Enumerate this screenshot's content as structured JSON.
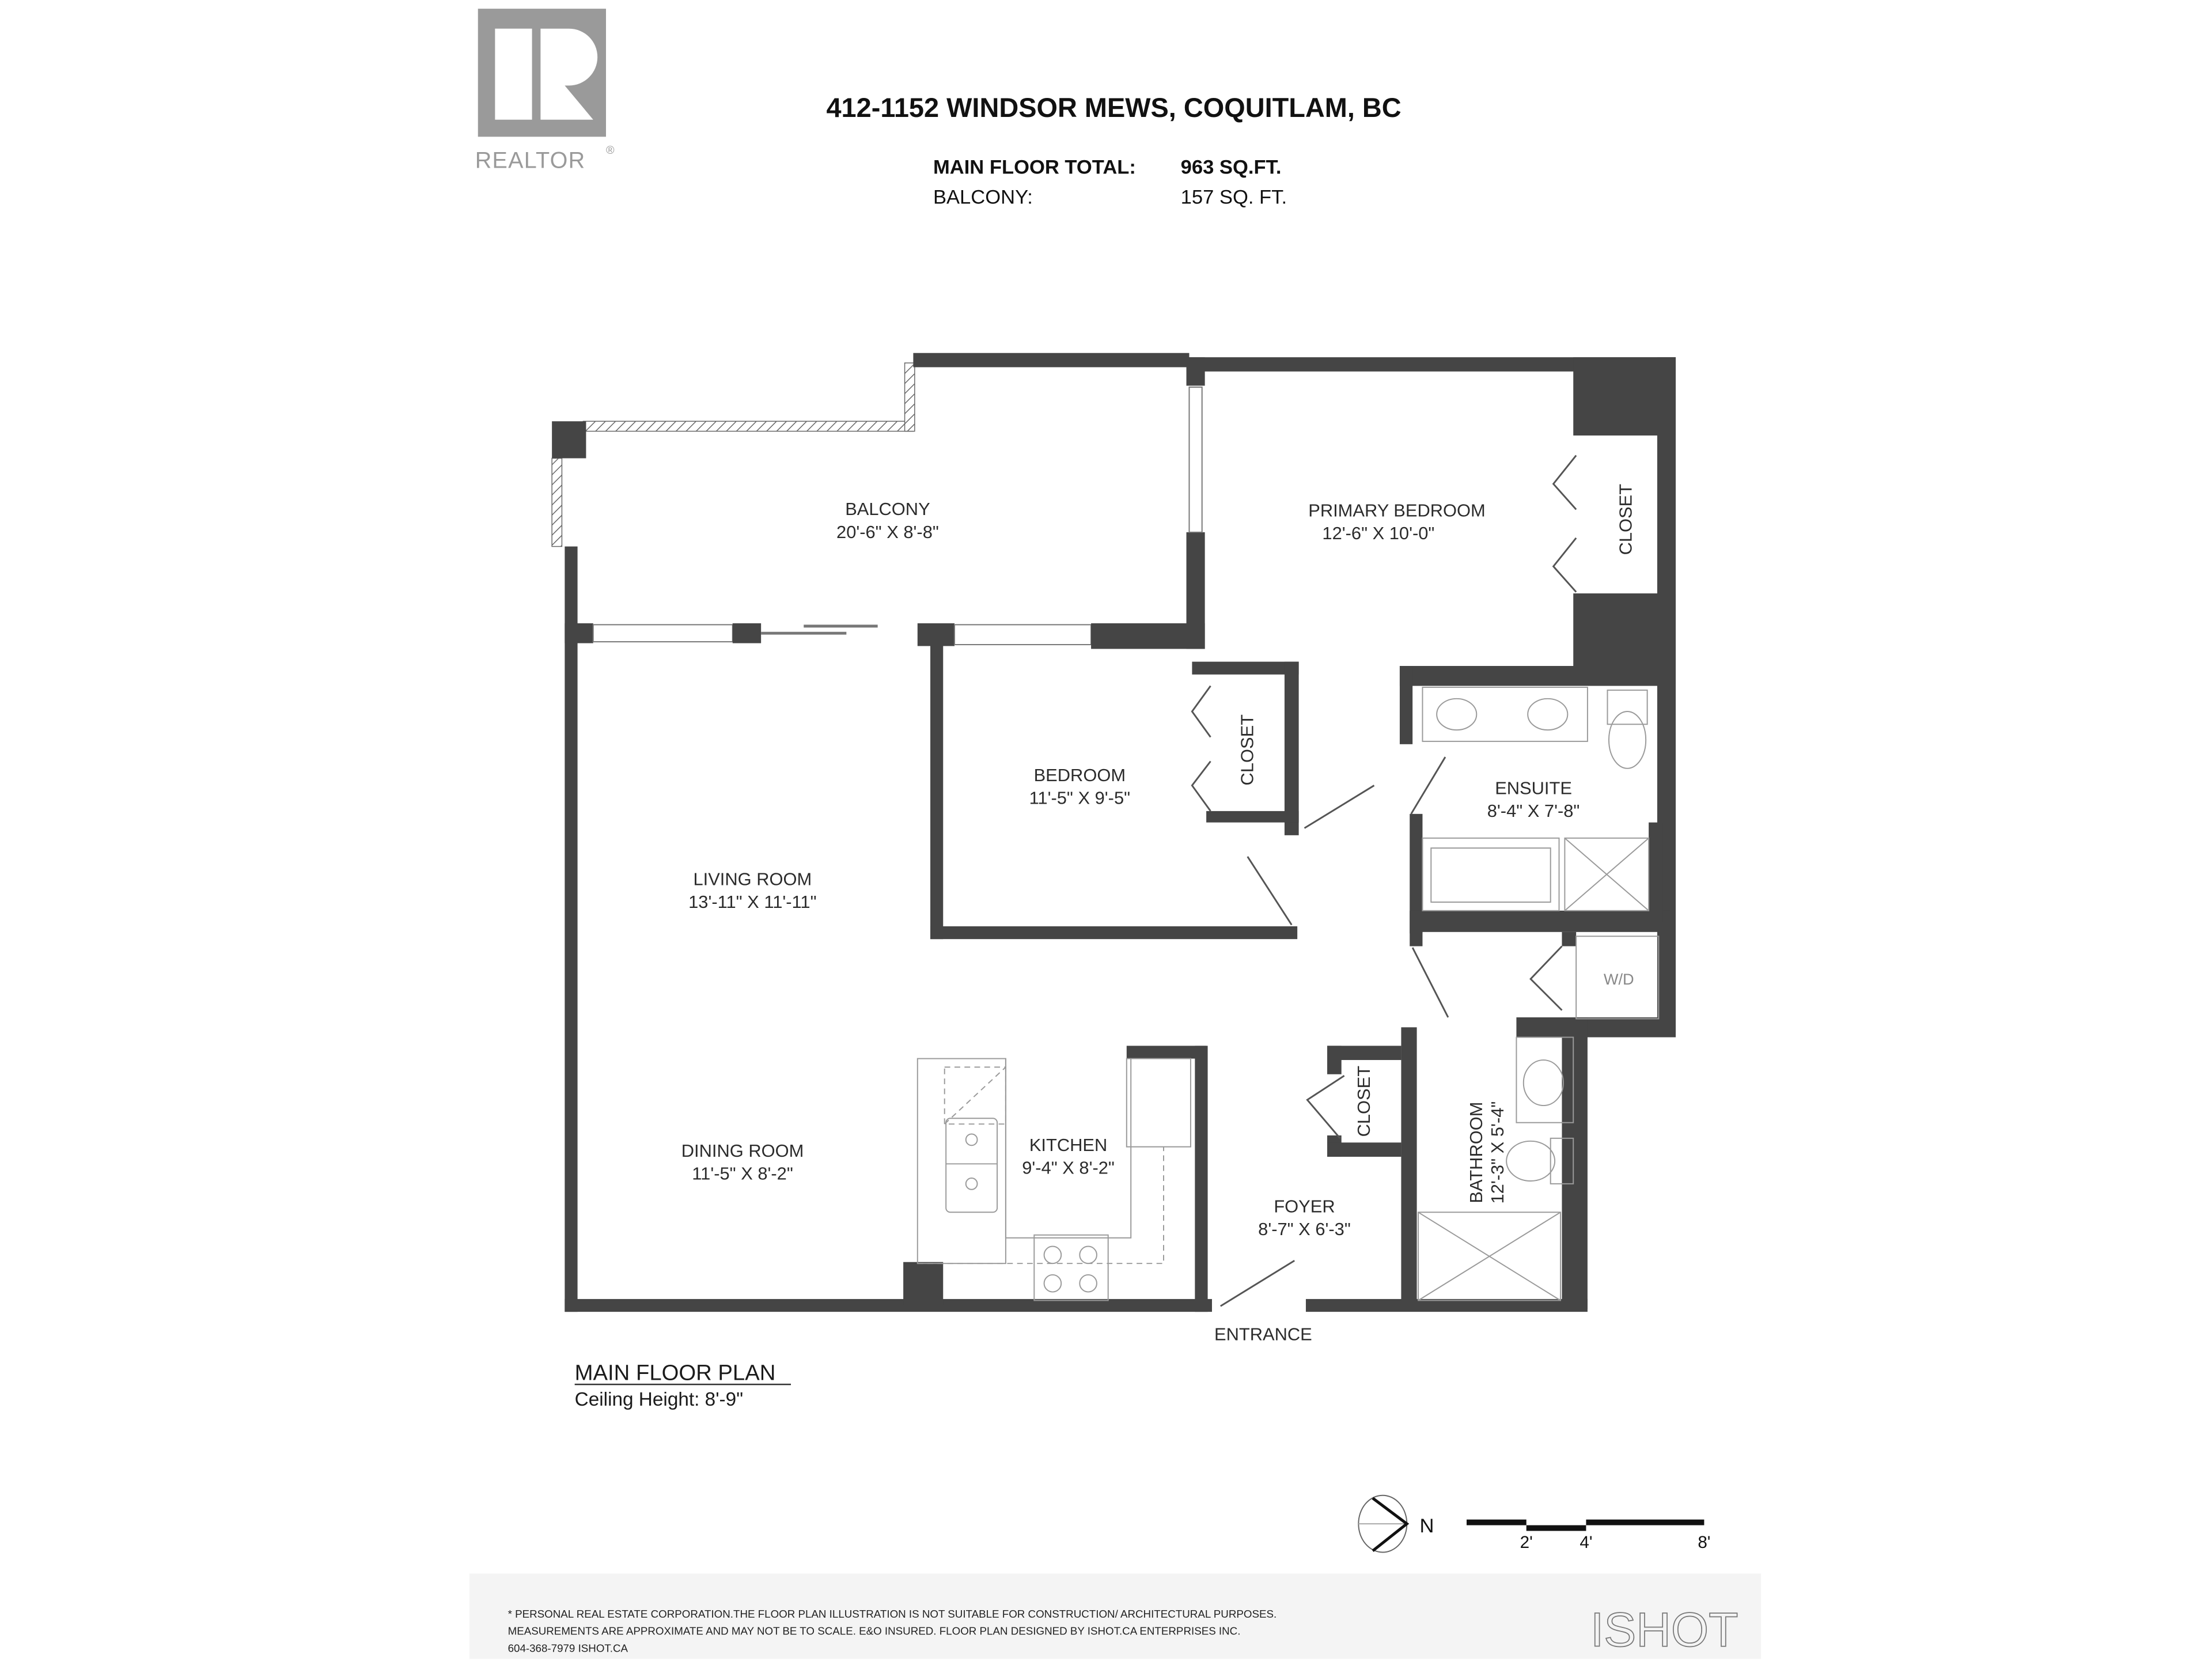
{
  "header": {
    "address": "412-1152 WINDSOR MEWS, COQUITLAM, BC",
    "areas": [
      {
        "label": "MAIN FLOOR TOTAL:",
        "value": "963 SQ.FT."
      },
      {
        "label": "BALCONY:",
        "value": "157 SQ. FT."
      }
    ]
  },
  "logo": {
    "mark": "R",
    "text": "REALTOR",
    "registered": "®",
    "color": "#9a9a9a"
  },
  "rooms": [
    {
      "id": "balcony",
      "name": "BALCONY",
      "size": "20'-6\" X 8'-8\""
    },
    {
      "id": "primary-bedroom",
      "name": "PRIMARY BEDROOM",
      "size": "12'-6\" X 10'-0\""
    },
    {
      "id": "bedroom",
      "name": "BEDROOM",
      "size": "11'-5\" X 9'-5\""
    },
    {
      "id": "ensuite",
      "name": "ENSUITE",
      "size": "8'-4\" X 7'-8\""
    },
    {
      "id": "living-room",
      "name": "LIVING ROOM",
      "size": "13'-11\" X 11'-11\""
    },
    {
      "id": "dining-room",
      "name": "DINING ROOM",
      "size": "11'-5\" X 8'-2\""
    },
    {
      "id": "kitchen",
      "name": "KITCHEN",
      "size": "9'-4\" X 8'-2\""
    },
    {
      "id": "foyer",
      "name": "FOYER",
      "size": "8'-7\" X 6'-3\""
    },
    {
      "id": "bathroom",
      "name": "BATHROOM",
      "size": "12'-3\" X 5'-4\""
    }
  ],
  "fixtures": {
    "closet_label": "CLOSET",
    "washer_dryer": "W/D",
    "entrance": "ENTRANCE"
  },
  "plan": {
    "title": "MAIN FLOOR PLAN",
    "ceiling": "Ceiling Height: 8'-9\""
  },
  "compass": {
    "label": "N"
  },
  "scale_bar": {
    "ticks": [
      "2'",
      "4'",
      "8'"
    ]
  },
  "footer": {
    "line1": "* PERSONAL REAL ESTATE CORPORATION.THE FLOOR PLAN ILLUSTRATION IS NOT SUITABLE FOR CONSTRUCTION/ ARCHITECTURAL PURPOSES.",
    "line2": "MEASUREMENTS ARE APPROXIMATE AND MAY NOT BE TO SCALE. E&O INSURED. FLOOR PLAN DESIGNED BY ISHOT.CA ENTERPRISES INC.",
    "line3": "604-368-7979  ISHOT.CA",
    "brand": "ISHOT",
    "background": "#f4f4f4"
  },
  "colors": {
    "wall": "#454545",
    "text": "#2b2b2b",
    "fixture_line": "#9a9a9a"
  }
}
